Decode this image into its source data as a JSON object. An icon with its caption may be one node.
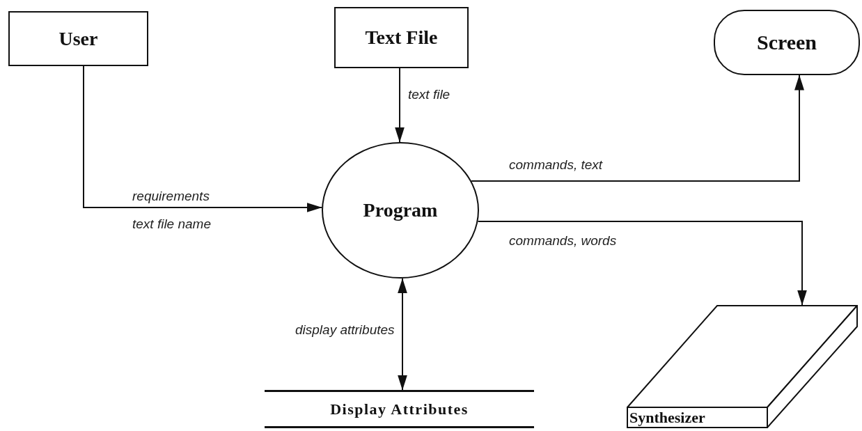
{
  "diagram": {
    "nodes": [
      {
        "text": [
          "User"
        ]
      },
      {
        "text": [
          "Text File"
        ]
      },
      {
        "text": [
          "Program"
        ]
      },
      {
        "text": [
          "Screen"
        ]
      },
      {
        "text": [
          "Display Attributes"
        ]
      },
      {
        "text": [
          "Synthesizer"
        ]
      }
    ],
    "edges": [
      {
        "from": 0,
        "to": 2,
        "arrow": "to",
        "label": "requirements text file name"
      },
      {
        "from": 1,
        "to": 2,
        "arrow": "to",
        "label": "text file"
      },
      {
        "from": 2,
        "to": 3,
        "arrow": "to",
        "label": "commands, text"
      },
      {
        "from": 2,
        "to": 5,
        "arrow": "to",
        "label": "commands, words"
      },
      {
        "from": 2,
        "to": 4,
        "arrow": "both",
        "label": "display attributes"
      }
    ]
  }
}
